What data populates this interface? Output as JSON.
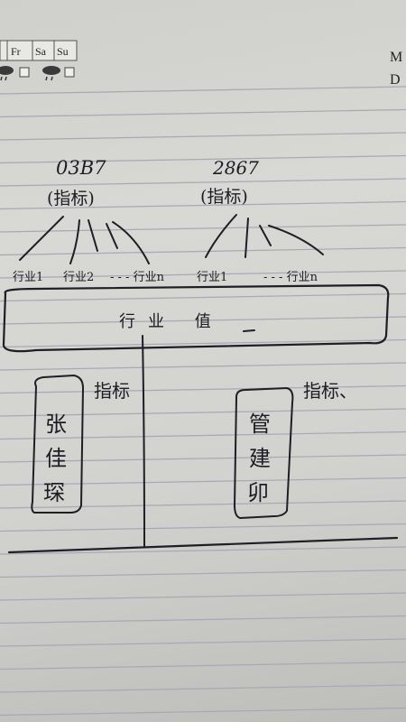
{
  "calendar_header": {
    "days": [
      "Fr",
      "Sa",
      "Su"
    ],
    "right_letters": [
      "M",
      "D"
    ],
    "weather_icons": [
      "rain-cloud-icon",
      "rain-cloud-icon"
    ]
  },
  "sketch": {
    "left_tree": {
      "top_label": "03B7",
      "sub_label": "(指标)",
      "leaves": [
        "行业1",
        "行业2",
        "- - - 行业n"
      ]
    },
    "right_tree": {
      "top_label": "2867",
      "sub_label": "(指标)",
      "leaves": [
        "行业1",
        "- - - 行业n"
      ]
    },
    "band_label": "行业 值",
    "left_box": {
      "side_label": "指标",
      "vertical_text": [
        "张",
        "佳",
        "琛"
      ]
    },
    "right_box": {
      "side_label": "指标、",
      "vertical_text": [
        "管",
        "建",
        "卯"
      ]
    }
  },
  "colors": {
    "paper": "#d4d4d0",
    "ink": "#1e1e26",
    "rule": "#a9a9b8"
  }
}
